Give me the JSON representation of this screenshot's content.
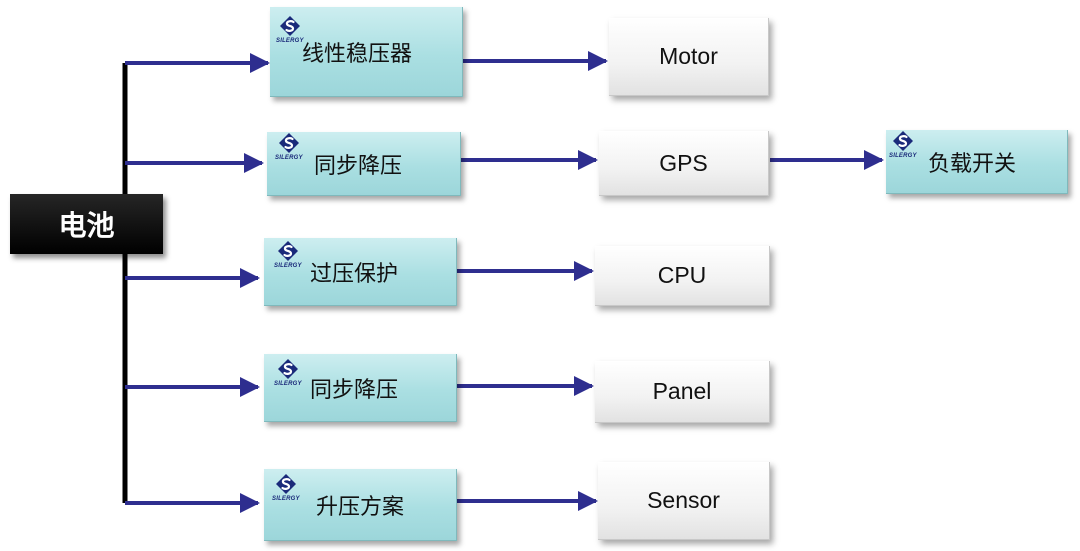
{
  "diagram": {
    "root": {
      "label": "电池"
    },
    "brand_logo_text": "SILERGY",
    "branches": [
      {
        "chip": "线性稳压器",
        "device": "Motor"
      },
      {
        "chip": "同步降压",
        "device": "GPS",
        "extension": "负载开关"
      },
      {
        "chip": "过压保护",
        "device": "CPU"
      },
      {
        "chip": "同步降压",
        "device": "Panel"
      },
      {
        "chip": "升压方案",
        "device": "Sensor"
      }
    ]
  },
  "colors": {
    "arrow": "#2e2e8f",
    "trunk": "#000000",
    "chip_fill": "#aadfe2",
    "device_fill": "#f2f2f2",
    "battery_fill": "#000000"
  }
}
